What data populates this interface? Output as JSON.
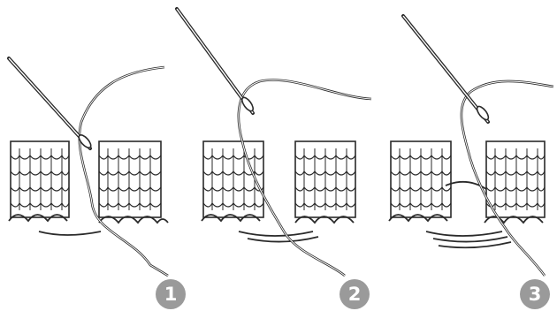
{
  "steps": [
    {
      "number": "1"
    },
    {
      "number": "2"
    },
    {
      "number": "3"
    }
  ],
  "colors": {
    "ink": "#2a2a2a",
    "badge": "#9a9a9a",
    "badge_text": "#ffffff",
    "background": "#ffffff"
  }
}
